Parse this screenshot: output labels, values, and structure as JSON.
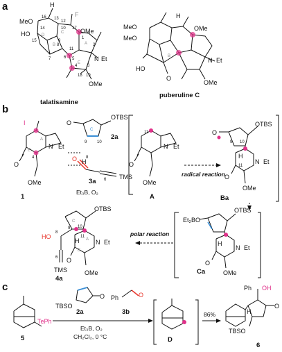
{
  "panels": {
    "a": "a",
    "b": "b",
    "c": "c"
  },
  "part_a": {
    "compounds": {
      "talatisamine": "talatisamine",
      "puberuline": "puberuline C"
    },
    "atoms": {
      "meo1": "MeO",
      "ho1": "HO",
      "h1": "H",
      "f1": "F",
      "ome1": "OMe",
      "n1": "N",
      "et1": "Et",
      "ome2": "OMe",
      "meo2": "MeO",
      "meo3": "MeO",
      "h2": "H",
      "ome3": "OMe",
      "n2": "N",
      "et2": "Et",
      "ho2": "HO",
      "o1": "O",
      "ome4": "OMe"
    },
    "ring_labels": {
      "d": "D",
      "b1": "B",
      "c1": "C",
      "a1": "A",
      "e1": "E",
      "b2": "B"
    },
    "numbers": [
      "16",
      "13",
      "12",
      "14",
      "15",
      "9",
      "10",
      "17",
      "1",
      "2",
      "3",
      "4",
      "5",
      "6",
      "7",
      "8",
      "11",
      "18",
      "19"
    ]
  },
  "part_b": {
    "compounds": {
      "c1": "1",
      "c2a": "2a",
      "c3a": "3a",
      "cA": "A",
      "cBa": "Ba",
      "cCa": "Ca",
      "c4a": "4a"
    },
    "atoms": {
      "i": "I",
      "o_1": "O",
      "ome_1": "OMe",
      "n_1": "N",
      "et_1": "Et",
      "o_2a": "O",
      "otbs_2a": "OTBS",
      "o_3a": "O",
      "h_3a": "H",
      "tms_3a": "TMS",
      "n_A": "N",
      "et_A": "Et",
      "o_A": "O",
      "ome_A": "OMe",
      "o_Ba": "O",
      "otbs_Ba": "OTBS",
      "h_Ba": "H",
      "n_Ba": "N",
      "et_Ba": "Et",
      "o2_Ba": "O",
      "ome_Ba": "OMe",
      "et2bo": "Et₂BO",
      "otbs_Ca": "OTBS",
      "h_Ca": "H",
      "n_Ca": "N",
      "et_Ca": "Et",
      "o_Ca": "O",
      "ome_Ca": "OMe",
      "otbs_4a": "OTBS",
      "ho_4a": "HO",
      "h_4a": "H",
      "n_4a": "N",
      "et_4a": "Et",
      "o_4a": "O",
      "tms_4a": "TMS",
      "ome_4a": "OMe"
    },
    "ring_labels": {
      "c": "C",
      "a": "A",
      "e": "E",
      "c4": "C",
      "a4": "A",
      "e4": "E"
    },
    "numbers": {
      "n11": "11",
      "n4": "4",
      "n9": "9",
      "n10": "10",
      "n8": "8",
      "n6": "6",
      "n11b": "11",
      "n9b": "9",
      "n10b": "10",
      "n9c": "9",
      "n10c": "10",
      "n11c": "11",
      "n8c": "8",
      "n6c": "6"
    },
    "conditions": {
      "reagents": "Et₃B, O₂"
    },
    "steps": {
      "radical": "radical reaction",
      "polar": "polar reaction"
    }
  },
  "part_c": {
    "compounds": {
      "c5": "5",
      "c2a": "2a",
      "c3b": "3b",
      "cD": "D",
      "c6": "6"
    },
    "atoms": {
      "teph": "TePh",
      "tbso_2a": "TBSO",
      "o_2a": "O",
      "ph_3b": "Ph",
      "o_3b": "O",
      "ph_6": "Ph",
      "oh_6": "OH",
      "h_6": "H",
      "tbso_6": "TBSO",
      "o_6": "O"
    },
    "conditions": {
      "line1": "Et₃B, O₂",
      "line2": "CH₂Cl₂, 0 °C"
    },
    "yield": "86%"
  },
  "colors": {
    "red": "#e8352b",
    "pink": "#e0318a",
    "blue": "#3a8fd6"
  }
}
